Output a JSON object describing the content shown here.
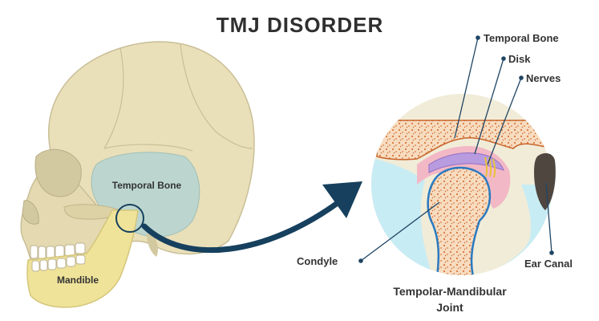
{
  "title": "TMJ DISORDER",
  "labels": {
    "skull_temporal_bone": "Temporal Bone",
    "mandible": "Mandible",
    "temporal_bone": "Temporal Bone",
    "disk": "Disk",
    "nerves": "Nerves",
    "condyle": "Condyle",
    "ear_canal": "Ear Canal",
    "joint_line1": "Tempolar-Mandibular",
    "joint_line2": "Joint"
  },
  "colors": {
    "skull": "#e9dfb9",
    "skull_shadow": "#d3c9a0",
    "temporal_region": "#bcd6cf",
    "mandible": "#efe39a",
    "arrow": "#16405e",
    "bone_dots": "#d9783c",
    "bone_fill": "#f7dcc0",
    "disk": "#b99be0",
    "pink": "#f2b8c6",
    "fluid": "#c8ecf3",
    "circle_bg": "#f1ecd8",
    "ear_canal": "#4f4640",
    "leader": "#1f4564"
  }
}
